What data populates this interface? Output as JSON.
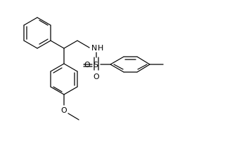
{
  "molecule": {
    "atoms": {
      "nh": "N",
      "h": "H",
      "s": "S",
      "o_top": "O",
      "o_bottom": "O",
      "o_methoxy": "O"
    }
  },
  "colors": {
    "bond": "#000000",
    "label": "#000000",
    "background": "#ffffff"
  }
}
